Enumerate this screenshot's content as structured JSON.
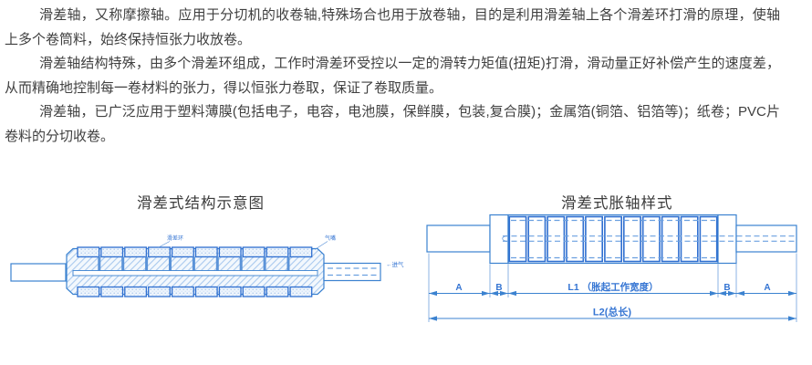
{
  "colors": {
    "cad_line_blue": "#3b82d0",
    "cad_strong_blue": "#2f6fd0",
    "dimension_text_blue": "#3575d3",
    "body_text": "#404040",
    "title_text": "#3b3b3b",
    "background": "#ffffff"
  },
  "article": {
    "paragraphs": [
      "滑差轴，又称摩擦轴。应用于分切机的收卷轴,特殊场合也用于放卷轴，目的是利用滑差轴上各个滑差环打滑的原理，使轴上多个卷筒料，始终保持恒张力收放卷。",
      "滑差轴结构特殊，由多个滑差环组成，工作时滑差环受控以一定的滑转力矩值(扭矩)打滑，滑动量正好补偿产生的速度差，从而精确地控制每一卷材料的张力，得以恒张力卷取，保证了卷取质量。",
      "滑差轴，已广泛应用于塑料薄膜(包括电子，电容，电池膜，保鲜膜，包装,复合膜)；金属箔(铜箔、铝箔等)；纸卷；PVC片卷料的分切收卷。"
    ]
  },
  "figure_left": {
    "title": "滑差式结构示意图",
    "label_slip_ring": "滑差环",
    "label_air_nozzle": "气嘴",
    "label_air_inlet": "←进气"
  },
  "figure_right": {
    "title": "滑差式胀轴样式",
    "dims": {
      "a": "A",
      "b": "B",
      "l1": "L1 （胀起工作宽度）",
      "l2": "L2(总长)"
    }
  }
}
